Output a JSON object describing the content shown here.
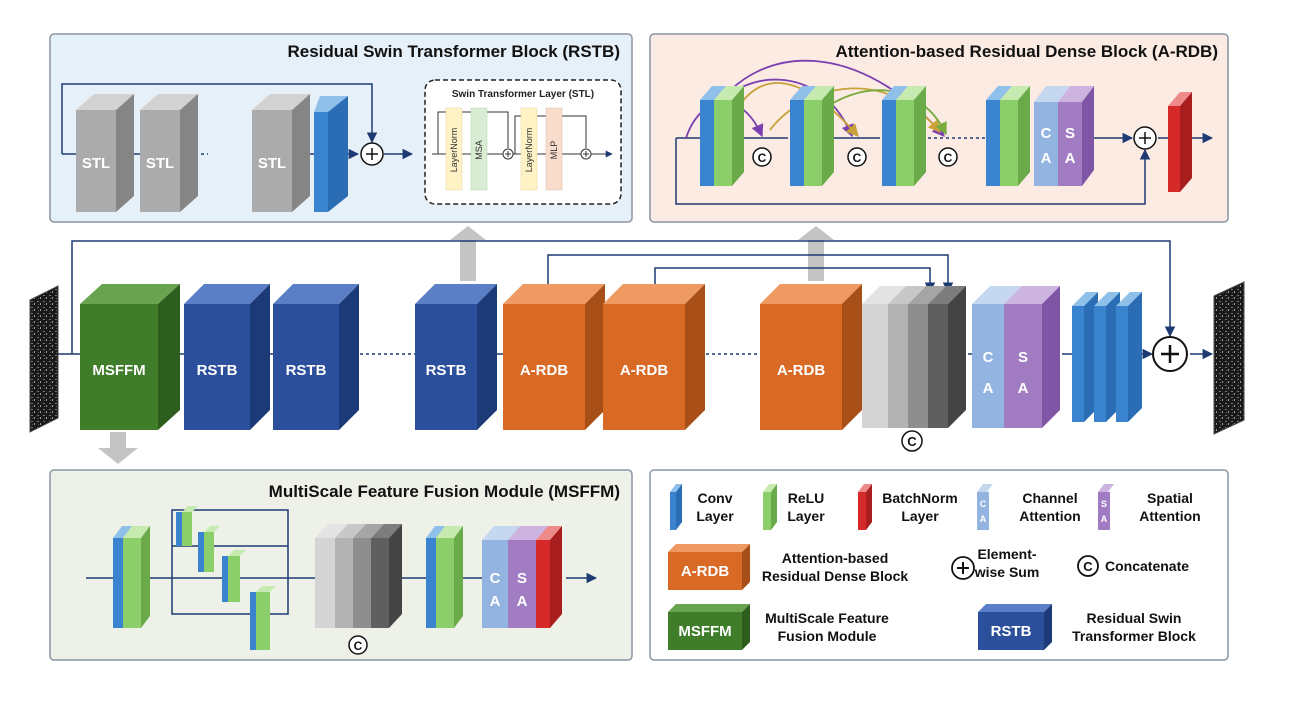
{
  "titles": {
    "rstb": "Residual Swin Transformer Block (RSTB)",
    "ardb": "Attention-based Residual Dense Block (A-RDB)",
    "msffm": "MultiScale Feature Fusion Module (MSFFM)",
    "stl_layer": "Swin Transformer Layer (STL)"
  },
  "stl": {
    "label": "STL",
    "layernorm": "LayerNorm",
    "msa": "MSA",
    "mlp": "MLP"
  },
  "blocks": {
    "msffm": "MSFFM",
    "rstb": "RSTB",
    "ardb": "A-RDB"
  },
  "symbols": {
    "concat": "C",
    "ca_c": "C",
    "ca_a": "A",
    "sa_s": "S",
    "sa_a": "A"
  },
  "legend": {
    "conv": [
      "Conv",
      "Layer"
    ],
    "relu": [
      "ReLU",
      "Layer"
    ],
    "bn": [
      "BatchNorm",
      "Layer"
    ],
    "ca": [
      "Channel",
      "Attention"
    ],
    "sa": [
      "Spatial",
      "Attention"
    ],
    "ardb": [
      "Attention-based",
      "Residual Dense Block"
    ],
    "sum": [
      "Element-",
      "wise Sum"
    ],
    "concat": "Concatenate",
    "msffm": [
      "MultiScale Feature",
      "Fusion Module"
    ],
    "rstb": [
      "Residual Swin",
      "Transformer Block"
    ]
  },
  "colors": {
    "conv": "#3a84cf",
    "relu": "#8ccf6a",
    "bn": "#d62a2a",
    "ca": "#93b3e0",
    "sa": "#a27cc3",
    "ardb": "#d96a26",
    "msffm": "#3f7d2b",
    "rstb": "#2c4f9c",
    "stl_gray": "#a8a8a8"
  }
}
